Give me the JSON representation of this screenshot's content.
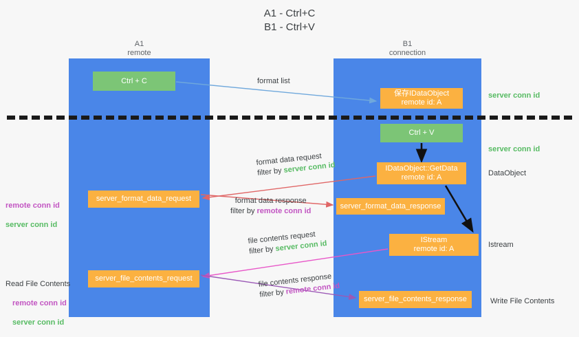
{
  "diagram": {
    "title": "A1 - Ctrl+C\nB1 - Ctrl+V",
    "background_color": "#f7f7f7",
    "lane_color": "#4a86e8",
    "box_orange_color": "#fbb141",
    "box_green_color": "#7cc576",
    "accent_server_color": "#57bb63",
    "accent_remote_color": "#c255c2"
  },
  "lanes": [
    {
      "id": "a1",
      "header": "A1\nremote"
    },
    {
      "id": "b1",
      "header": "B1\nconnection"
    }
  ],
  "boxes": {
    "ctrl_c": "Ctrl + C",
    "save_idataobject": "保存IDataObject\nremote id: A",
    "ctrl_v": "Ctrl + V",
    "getdata": "IDataObject::GetData\nremote id: A",
    "server_format_data_request": "server_format_data_request",
    "server_format_data_response": "server_format_data_response",
    "istream": "IStream\nremote id: A",
    "server_file_contents_request": "server_file_contents_request",
    "server_file_contents_response": "server_file_contents_response"
  },
  "flow_labels": {
    "format_list": "format list",
    "format_data_request": "format data request",
    "format_data_request_filter_prefix": "filter by ",
    "format_data_request_filter_token": "server conn id",
    "format_data_response": "format data response",
    "format_data_response_filter_prefix": "filter by ",
    "format_data_response_filter_token": "remote conn id",
    "file_contents_request": "file contents request",
    "file_contents_request_filter_prefix": "filter by ",
    "file_contents_request_filter_token": "server conn id",
    "file_contents_response": "file contents response",
    "file_contents_response_filter_prefix": "filter by ",
    "file_contents_response_filter_token": "remote conn id"
  },
  "annotations": {
    "left_remote_conn_id": "remote conn id",
    "left_server_conn_id": "server conn id",
    "read_file_contents": "Read File Contents",
    "read_remote_conn_id": "remote conn id",
    "read_server_conn_id": "server conn id",
    "right_server_conn_id_top": "server conn id",
    "right_server_conn_id_mid": "server conn id",
    "dataobject": "DataObject",
    "istream": "Istream",
    "write_file_contents": "Write File Contents"
  }
}
